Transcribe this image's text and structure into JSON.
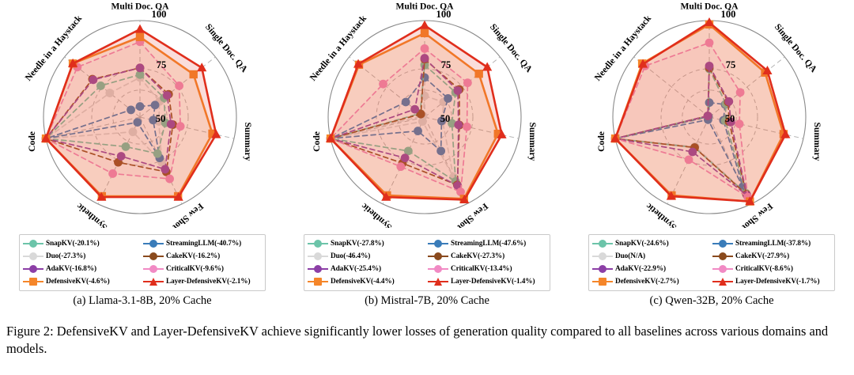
{
  "figure": {
    "caption_prefix": "Figure 2:",
    "caption_text": "  DefensiveKV and Layer-DefensiveKV achieve significantly lower losses of generation quality compared to all baselines across various domains and models."
  },
  "axes_labels": [
    "Multi Doc. QA",
    "Single Doc. QA",
    "Summary",
    "Few Shot",
    "Synthetic",
    "Code",
    "Needle in a Haystack"
  ],
  "radial_ticks": [
    "50%",
    "75%",
    "100%"
  ],
  "series_colors": {
    "SnapKV": "#6cc4a9",
    "Duo": "#d9d9d9",
    "AdaKV": "#8c3fa6",
    "DefensiveKV": "#f5862a",
    "StreamingLLM": "#3a7cb9",
    "CakeKV": "#8a4a1d",
    "CriticalKV": "#f18ac4",
    "Layer-DefensiveKV": "#e02e1c"
  },
  "series_markers": {
    "SnapKV": "circle",
    "Duo": "circle",
    "AdaKV": "circle",
    "DefensiveKV": "square",
    "StreamingLLM": "circle",
    "CakeKV": "circle",
    "CriticalKV": "circle",
    "Layer-DefensiveKV": "triangle"
  },
  "panels": [
    {
      "id": "a",
      "subcaption": "(a) Llama-3.1-8B, 20% Cache",
      "legend": [
        {
          "name": "SnapKV",
          "label": "SnapKV(-20.1%)"
        },
        {
          "name": "StreamingLLM",
          "label": "StreamingLLM(-40.7%)"
        },
        {
          "name": "Duo",
          "label": "Duo(-27.3%)"
        },
        {
          "name": "CakeKV",
          "label": "CakeKV(-16.2%)"
        },
        {
          "name": "AdaKV",
          "label": "AdaKV(-16.8%)"
        },
        {
          "name": "CriticalKV",
          "label": "CriticalKV(-9.6%)"
        },
        {
          "name": "DefensiveKV",
          "label": "DefensiveKV(-4.6%)"
        },
        {
          "name": "Layer-DefensiveKV",
          "label": "Layer-DefensiveKV(-2.1%)"
        }
      ],
      "chart_data": {
        "type": "radar",
        "title": "(a) Llama-3.1-8B, 20% Cache",
        "categories": [
          "Multi Doc. QA",
          "Single Doc. QA",
          "Summary",
          "Few Shot",
          "Synthetic",
          "Code",
          "Needle in a Haystack"
        ],
        "rlim": [
          50,
          100
        ],
        "rticks": [
          50,
          75,
          100
        ],
        "grid": true,
        "legend_position": "below-plot",
        "series": [
          {
            "name": "SnapKV",
            "values": [
              72.0,
              66.0,
              63.5,
              71.0,
              67.0,
              100.0,
              76.0
            ]
          },
          {
            "name": "Duo",
            "values": [
              70.5,
              63.0,
              60.0,
              76.0,
              58.5,
              100.0,
              70.0
            ]
          },
          {
            "name": "AdaKV",
            "values": [
              75.5,
              68.0,
              66.5,
              80.0,
              72.5,
              100.0,
              81.0
            ]
          },
          {
            "name": "DefensiveKV",
            "values": [
              91.5,
              85.5,
              88.5,
              95.5,
              95.5,
              100.0,
              94.5
            ]
          },
          {
            "name": "StreamingLLM",
            "values": [
              55.5,
              60.0,
              57.0,
              73.5,
              53.0,
              100.0,
              56.0
            ]
          },
          {
            "name": "CakeKV",
            "values": [
              75.5,
              69.0,
              67.5,
              81.5,
              76.0,
              100.0,
              81.5
            ]
          },
          {
            "name": "CriticalKV",
            "values": [
              89.0,
              76.0,
              71.5,
              85.5,
              82.5,
              100.0,
              91.5
            ]
          },
          {
            "name": "Layer-DefensiveKV",
            "values": [
              95.5,
              91.0,
              90.5,
              96.0,
              96.0,
              100.0,
              94.5
            ]
          }
        ]
      }
    },
    {
      "id": "b",
      "subcaption": "(b) Mistral-7B, 20% Cache",
      "legend": [
        {
          "name": "SnapKV",
          "label": "SnapKV(-27.8%)"
        },
        {
          "name": "StreamingLLM",
          "label": "StreamingLLM(-47.6%)"
        },
        {
          "name": "Duo",
          "label": "Duo(-46.4%)"
        },
        {
          "name": "CakeKV",
          "label": "CakeKV(-27.3%)"
        },
        {
          "name": "AdaKV",
          "label": "AdaKV(-25.4%)"
        },
        {
          "name": "CriticalKV",
          "label": "CriticalKV(-13.4%)"
        },
        {
          "name": "DefensiveKV",
          "label": "DefensiveKV(-4.4%)"
        },
        {
          "name": "Layer-DefensiveKV",
          "label": "Layer-DefensiveKV(-1.4%)"
        }
      ],
      "chart_data": {
        "type": "radar",
        "title": "(b) Mistral-7B, 20% Cache",
        "categories": [
          "Multi Doc. QA",
          "Single Doc. QA",
          "Summary",
          "Few Shot",
          "Synthetic",
          "Code",
          "Needle in a Haystack"
        ],
        "rlim": [
          50,
          100
        ],
        "rticks": [
          50,
          75,
          100
        ],
        "grid": true,
        "legend_position": "below-plot",
        "series": [
          {
            "name": "SnapKV",
            "values": [
              77.0,
              70.5,
              64.5,
              87.0,
              69.5,
              100.0,
              53.0
            ]
          },
          {
            "name": "Duo",
            "values": [
              61.0,
              62.5,
              59.5,
              84.5,
              52.5,
              100.0,
              51.0
            ]
          },
          {
            "name": "AdaKV",
            "values": [
              80.5,
              72.0,
              68.0,
              89.5,
              73.5,
              100.0,
              56.5
            ]
          },
          {
            "name": "DefensiveKV",
            "values": [
              93.5,
              86.0,
              89.0,
              97.0,
              95.0,
              100.0,
              93.5
            ]
          },
          {
            "name": "StreamingLLM",
            "values": [
              70.5,
              65.5,
              59.0,
              69.5,
              58.0,
              100.0,
              62.5
            ]
          },
          {
            "name": "CakeKV",
            "values": [
              80.0,
              73.0,
              68.5,
              89.0,
              76.5,
              100.0,
              52.5
            ]
          },
          {
            "name": "CriticalKV",
            "values": [
              85.5,
              78.5,
              72.5,
              93.0,
              78.5,
              100.0,
              77.5
            ]
          },
          {
            "name": "Layer-DefensiveKV",
            "values": [
              97.5,
              91.5,
              91.0,
              97.5,
              96.0,
              100.0,
              94.0
            ]
          }
        ]
      }
    },
    {
      "id": "c",
      "subcaption": "(c) Qwen-32B, 20% Cache",
      "legend": [
        {
          "name": "SnapKV",
          "label": "SnapKV(-24.6%)"
        },
        {
          "name": "StreamingLLM",
          "label": "StreamingLLM(-37.8%)"
        },
        {
          "name": "Duo",
          "label": "Duo(N/A)"
        },
        {
          "name": "CakeKV",
          "label": "CakeKV(-27.9%)"
        },
        {
          "name": "AdaKV",
          "label": "AdaKV(-22.9%)"
        },
        {
          "name": "CriticalKV",
          "label": "CriticalKV(-8.6%)"
        },
        {
          "name": "DefensiveKV",
          "label": "DefensiveKV(-2.7%)"
        },
        {
          "name": "Layer-DefensiveKV",
          "label": "Layer-DefensiveKV(-1.7%)"
        }
      ],
      "chart_data": {
        "type": "radar",
        "title": "(c) Qwen-32B, 20% Cache",
        "categories": [
          "Multi Doc. QA",
          "Single Doc. QA",
          "Summary",
          "Few Shot",
          "Synthetic",
          "Code",
          "Needle in a Haystack"
        ],
        "rlim": [
          50,
          100
        ],
        "rticks": [
          50,
          75,
          100
        ],
        "grid": true,
        "legend_position": "below-plot",
        "series": [
          {
            "name": "SnapKV",
            "values": [
              75.0,
              61.0,
              58.5,
              94.0,
              67.5,
              100.0,
              51.0
            ]
          },
          {
            "name": "Duo",
            "values": [
              75.0,
              61.0,
              58.5,
              93.5,
              67.0,
              100.0,
              51.0
            ]
          },
          {
            "name": "AdaKV",
            "values": [
              76.5,
              63.0,
              61.5,
              95.0,
              70.0,
              100.0,
              51.0
            ]
          },
          {
            "name": "DefensiveKV",
            "values": [
              98.0,
              87.0,
              89.5,
              98.5,
              95.0,
              100.0,
              94.5
            ]
          },
          {
            "name": "StreamingLLM",
            "values": [
              57.5,
              60.5,
              57.5,
              90.0,
              51.5,
              100.0,
              50.5
            ]
          },
          {
            "name": "CakeKV",
            "values": [
              75.5,
              62.5,
              60.5,
              94.5,
              67.5,
              100.0,
              51.0
            ]
          },
          {
            "name": "CriticalKV",
            "values": [
              88.5,
              70.5,
              66.0,
              96.0,
              74.5,
              100.0,
              92.5
            ]
          },
          {
            "name": "Layer-DefensiveKV",
            "values": [
              99.0,
              88.5,
              90.5,
              98.5,
              95.5,
              100.0,
              94.0
            ]
          }
        ]
      }
    }
  ]
}
